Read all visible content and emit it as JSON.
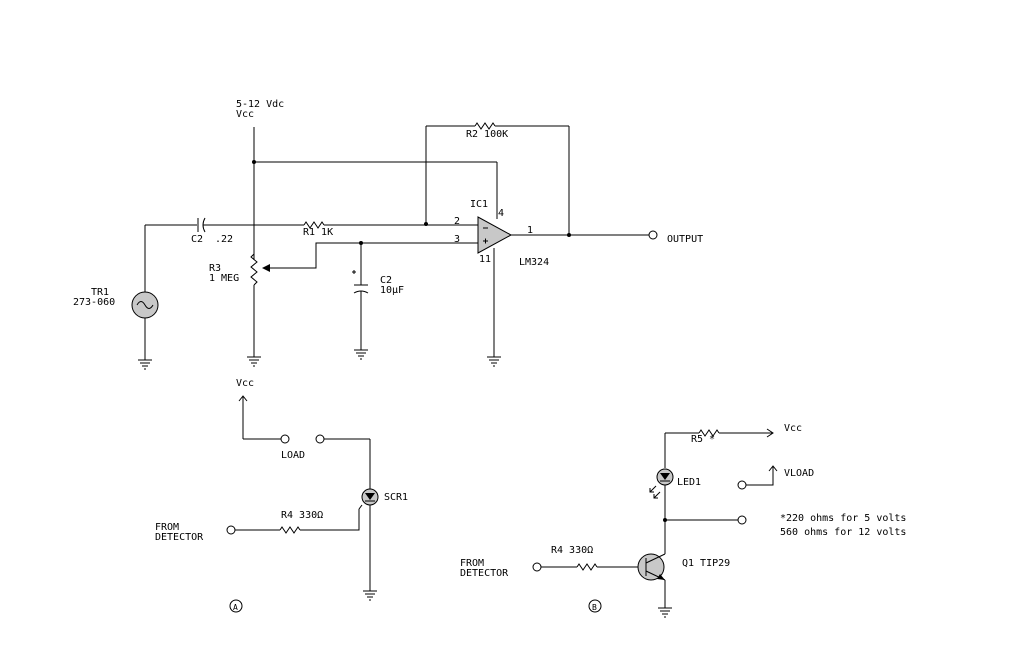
{
  "colors": {
    "ink": "#000000",
    "component_fill": "#c8c8c8",
    "background": "#ffffff"
  },
  "circuit_top": {
    "supply": {
      "range": "5-12 Vdc",
      "name": "Vcc"
    },
    "r2": "R2 100K",
    "ic": {
      "ref": "IC1",
      "part": "LM324",
      "pin_vcc": "4",
      "pin_inv": "2",
      "pin_noninv": "3",
      "pin_gnd": "11",
      "pin_out": "1"
    },
    "c_in": {
      "ref": "C2",
      "value": ".22"
    },
    "r1": "R1 1K",
    "r3": {
      "ref": "R3",
      "value": "1 MEG"
    },
    "c_bypass": {
      "ref": "C2",
      "value": "10µF"
    },
    "tr": {
      "ref": "TR1",
      "part": "273-060"
    },
    "output": "OUTPUT"
  },
  "circuit_a": {
    "marker": "A",
    "vcc": "Vcc",
    "load": "LOAD",
    "scr": "SCR1",
    "r4": "R4 330Ω",
    "input_line1": "FROM",
    "input_line2": "DETECTOR"
  },
  "circuit_b": {
    "marker": "B",
    "vcc": "Vcc",
    "r5": "R5 *",
    "led": "LED1",
    "vload": "VLOAD",
    "note_line1": "*220 ohms for 5 volts",
    "note_line2": "560 ohms for 12 volts",
    "r4": "R4 330Ω",
    "transistor": "Q1 TIP29",
    "input_line1": "FROM",
    "input_line2": "DETECTOR"
  }
}
